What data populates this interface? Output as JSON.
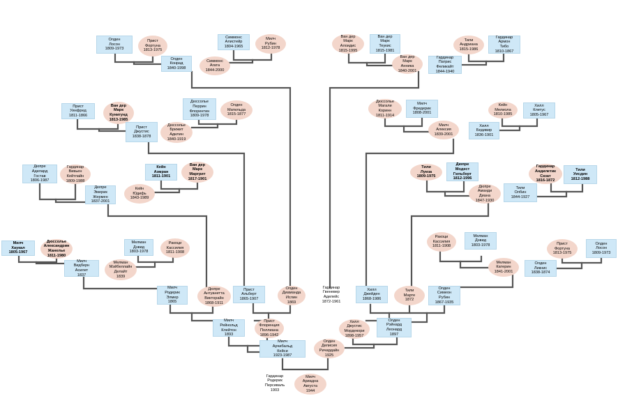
{
  "people": [
    {
      "id": "p1",
      "text": "Олден\nЛосон\n1809-1973",
      "type": "m"
    },
    {
      "id": "p2",
      "text": "Прист\nФортуна\n1813-1975",
      "type": "f"
    },
    {
      "id": "p3",
      "text": "Олден\nКонрад\n1840-1998",
      "type": "m"
    },
    {
      "id": "p4",
      "text": "Симмонс\nАлистейр\n1804-1965",
      "type": "m"
    },
    {
      "id": "p5",
      "text": "Милч\nРубин\n1812-1978",
      "type": "f"
    },
    {
      "id": "p6",
      "text": "Симмонс\nАгата\n1844-2000",
      "type": "f"
    },
    {
      "id": "p7",
      "text": "Прист\nУинфред\n1811-1866",
      "type": "m"
    },
    {
      "id": "p8",
      "text": "Ван дер\nМарк\nКунигунд\n1813-1985",
      "type": "f",
      "bold": true
    },
    {
      "id": "p9",
      "text": "Прист\nДжустис\n1838-1878",
      "type": "m"
    },
    {
      "id": "p10",
      "text": "Дюссолье\nПеррин\nФлорентин\n1809-1978",
      "type": "m"
    },
    {
      "id": "p11",
      "text": "Олден\nМатильда\n1815-1877",
      "type": "f"
    },
    {
      "id": "p12",
      "text": "Дюссолье\nБрижит\nАдилин\n1840-1919",
      "type": "f"
    },
    {
      "id": "p13",
      "text": "Дюпре\nАделард\nГостав\n1806-1987",
      "type": "m"
    },
    {
      "id": "p14",
      "text": "Гардинар\nВивьен\nКейтлайн\n1809-1988",
      "type": "f"
    },
    {
      "id": "p15",
      "text": "Дюпре\nЭмерик\nЖермен\n1837-2001",
      "type": "m"
    },
    {
      "id": "p16",
      "text": "Кейн\nАзмран\n1811-1901",
      "type": "m",
      "bold": true
    },
    {
      "id": "p17",
      "text": "Ван дер\nМарк\nМаргрит\n1817-1901",
      "type": "f",
      "bold": true
    },
    {
      "id": "p18",
      "text": "Кейн\nЮдифь\n1843-1989",
      "type": "f"
    },
    {
      "id": "p19",
      "text": "Милч\nХаукал\n1805-1967",
      "type": "m",
      "bold": true
    },
    {
      "id": "p20",
      "text": "Дюссолье\nАлександрин\nЖанелье\n1811-1980",
      "type": "f",
      "bold": true
    },
    {
      "id": "p21",
      "text": "Милч\nВидберн\nАсилет\n1837",
      "type": "m"
    },
    {
      "id": "p22",
      "text": "Мелман\nДэвид\n1803-1978",
      "type": "m"
    },
    {
      "id": "p23",
      "text": "Ракоци\nКассилия\n1811-1908",
      "type": "f"
    },
    {
      "id": "p24",
      "text": "Мелман\nМэйбеллайн\nДелайт\n1839",
      "type": "f"
    },
    {
      "id": "p25",
      "text": "Милч\nРодерик\nЭлмер\n1865",
      "type": "m"
    },
    {
      "id": "p26",
      "text": "Дюпре\nАнтуанетта\nВикторайн\n1868-1911",
      "type": "f"
    },
    {
      "id": "p27",
      "text": "Прист\nАльберт\n1865-1907",
      "type": "m"
    },
    {
      "id": "p28",
      "text": "Олден\nДиамандa\nИслин\n1869",
      "type": "f"
    },
    {
      "id": "p29",
      "text": "Милч\nРейнольд\nКлейтон\n1893",
      "type": "m"
    },
    {
      "id": "p30",
      "text": "Прист\nФлоренция\nПоллиана\n1896-1942",
      "type": "f"
    },
    {
      "id": "p31",
      "text": "Милч\nАрчибальд\nКейси\n1923-1987",
      "type": "m"
    },
    {
      "id": "p32",
      "text": "Гардинар\nРодерик\nПерсиваль\n1903",
      "type": "plain"
    },
    {
      "id": "p33",
      "text": "Милч\nАриадна\nАвгуста\n1944",
      "type": "f"
    },
    {
      "id": "p34",
      "text": "Ван дер\nМарк\nАлоидис\n1815-1995",
      "type": "f"
    },
    {
      "id": "p35",
      "text": "Ван дер\nМарк\nТеукис\n1815-1981",
      "type": "m"
    },
    {
      "id": "p36",
      "text": "Ван дер\nМарк\nАнника\n1840-2001",
      "type": "f"
    },
    {
      "id": "p37",
      "text": "Тили\nАндриана\n1815-1986",
      "type": "f"
    },
    {
      "id": "p38",
      "text": "Гардинар\nАрмон\nТибо\n1810-1867",
      "type": "m"
    },
    {
      "id": "p39",
      "text": "Гардинар\nПатрис\nФеликайт\n1844-1940",
      "type": "m"
    },
    {
      "id": "p40",
      "text": "Дюссолье\nМагали\nКоринн\n1811-1914",
      "type": "f"
    },
    {
      "id": "p41",
      "text": "Милч\nФредерик\n1808-2001",
      "type": "m"
    },
    {
      "id": "p42",
      "text": "Милч\nАлексия\n1839-2001",
      "type": "f"
    },
    {
      "id": "p43",
      "text": "Кейн\nМелиола\n1810-1985",
      "type": "f"
    },
    {
      "id": "p44",
      "text": "Хилл\nКлетус\n1805-1967",
      "type": "m"
    },
    {
      "id": "p45",
      "text": "Хилл\nБедивир\n1836-1901",
      "type": "m"
    },
    {
      "id": "p46",
      "text": "Тили\nЛуиза\n1809-1975",
      "type": "f",
      "bold": true
    },
    {
      "id": "p47",
      "text": "Дюпре\nМодест\nГильберт\n1812-1996",
      "type": "m",
      "bold": true
    },
    {
      "id": "p48",
      "text": "Дюпре\nАманди\nДиана\n1847-1930",
      "type": "f"
    },
    {
      "id": "p49",
      "text": "Тили\nОлбин\n1844-1927",
      "type": "m"
    },
    {
      "id": "p50",
      "text": "Гардинар\nАндилетик\nСкзат\n1816-1872",
      "type": "f",
      "bold": true
    },
    {
      "id": "p51",
      "text": "Тили\nУисдин\n1812-1988",
      "type": "m",
      "bold": true
    },
    {
      "id": "p52",
      "text": "Ракоци\nКассилия\n1811-1908",
      "type": "f"
    },
    {
      "id": "p53",
      "text": "Мелман\nДэвид\n1803-1978",
      "type": "m"
    },
    {
      "id": "p54",
      "text": "Мелман\nКатерин\n1841-2001",
      "type": "f"
    },
    {
      "id": "p55",
      "text": "Прист\nФортуна\n1813-1975",
      "type": "f"
    },
    {
      "id": "p56",
      "text": "Олден\nЛосон\n1809-1973",
      "type": "m"
    },
    {
      "id": "p57",
      "text": "Олден\nЛикнис\n1838-1874",
      "type": "m"
    },
    {
      "id": "p58",
      "text": "Гардинар\nГвеневер\nАделейс\n1872-1961",
      "type": "plain"
    },
    {
      "id": "p59",
      "text": "Хилл\nДжейден\n1868-1986",
      "type": "m"
    },
    {
      "id": "p60",
      "text": "Тили\nМарте\n1872",
      "type": "f"
    },
    {
      "id": "p61",
      "text": "Олден\nСимеон\nРубин\n1867-1935",
      "type": "m"
    },
    {
      "id": "p62",
      "text": "Хилл\nДжустис\nМордекори\n1898-1957",
      "type": "f"
    },
    {
      "id": "p63",
      "text": "Олден\nРэйнард\nЛеонард\n1897",
      "type": "m"
    },
    {
      "id": "p64",
      "text": "Олден\nДелисия\nРичардайн\n1925",
      "type": "f"
    }
  ]
}
